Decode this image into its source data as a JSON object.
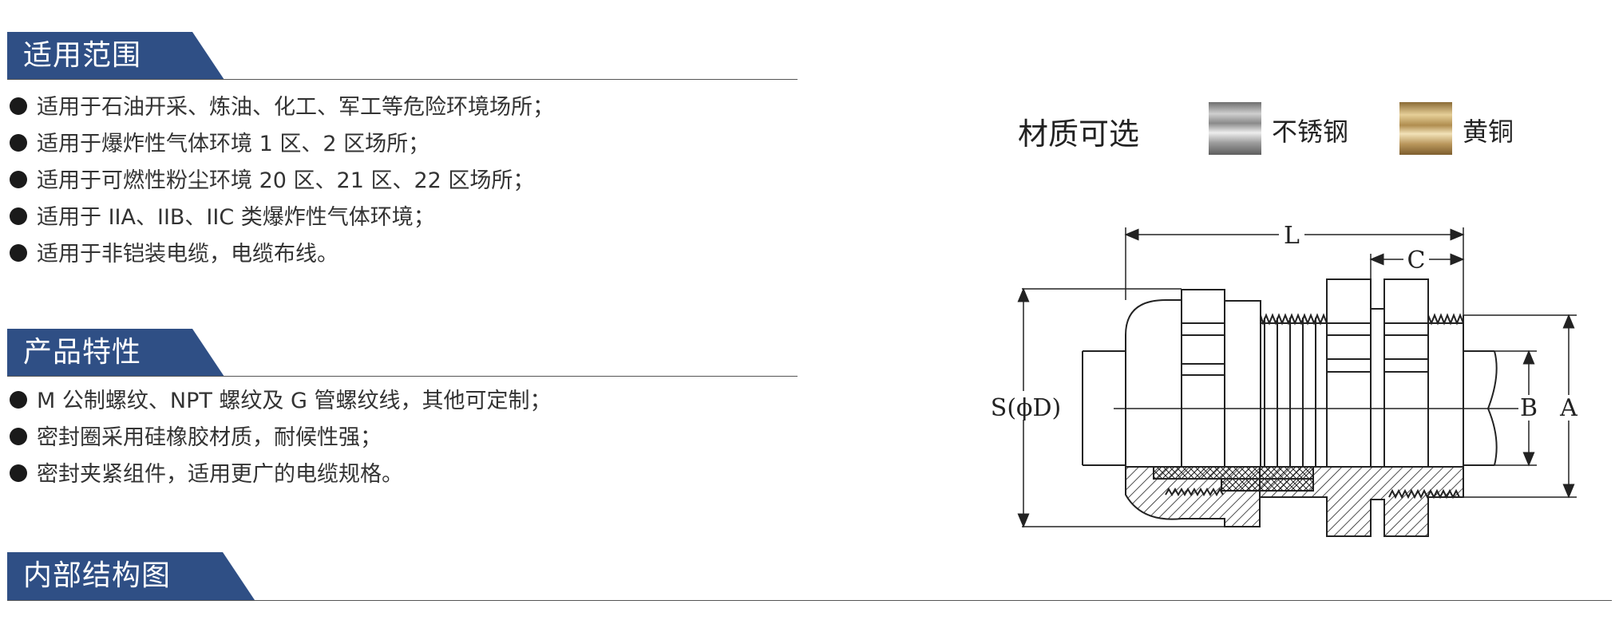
{
  "sections": {
    "application": {
      "title": "适用范围",
      "items": [
        "适用于石油开采、炼油、化工、军工等危险环境场所；",
        "适用于爆炸性气体环境 1 区、2 区场所；",
        "适用于可燃性粉尘环境 20 区、21 区、22 区场所；",
        "适用于 IIA、IIB、IIC 类爆炸性气体环境；",
        "适用于非铠装电缆，电缆布线。"
      ]
    },
    "features": {
      "title": "产品特性",
      "items": [
        "M 公制螺纹、NPT 螺纹及 G 管螺纹线，其他可定制；",
        "密封圈采用硅橡胶材质，耐候性强；",
        "密封夹紧组件，适用更广的电缆规格。"
      ]
    },
    "structure": {
      "title": "内部结构图"
    }
  },
  "materials": {
    "title": "材质可选",
    "options": [
      {
        "label": "不锈钢",
        "color": "#b5b5b5"
      },
      {
        "label": "黄铜",
        "color": "#d4b878"
      }
    ]
  },
  "diagram": {
    "labels": {
      "L": "L",
      "C": "C",
      "S": "S(ϕD)",
      "B": "B",
      "A": "A"
    }
  },
  "colors": {
    "tab": "#2f4f85",
    "rule": "#555555"
  }
}
